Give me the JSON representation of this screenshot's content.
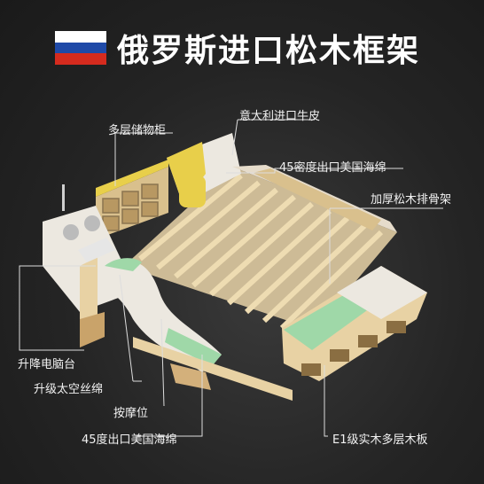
{
  "header": {
    "title": "俄罗斯进口松木框架",
    "flag_colors": [
      "#ffffff",
      "#1f4aa8",
      "#d52b1e"
    ]
  },
  "labels": {
    "storage": "多层储物柜",
    "leather": "意大利进口牛皮",
    "sponge_density": "45密度出口美国海绵",
    "slats": "加厚松木排骨架",
    "computer_desk": "升降电脑台",
    "space_cotton": "升级太空丝绵",
    "massage": "按摩位",
    "sponge_export": "45度出口美国海绵",
    "board": "E1级实木多层木板"
  },
  "colors": {
    "accent_green": "#9fd8a8",
    "accent_yellow": "#e8cf4a",
    "leather_white": "#ece8e0",
    "wood": "#e8d2a4"
  }
}
